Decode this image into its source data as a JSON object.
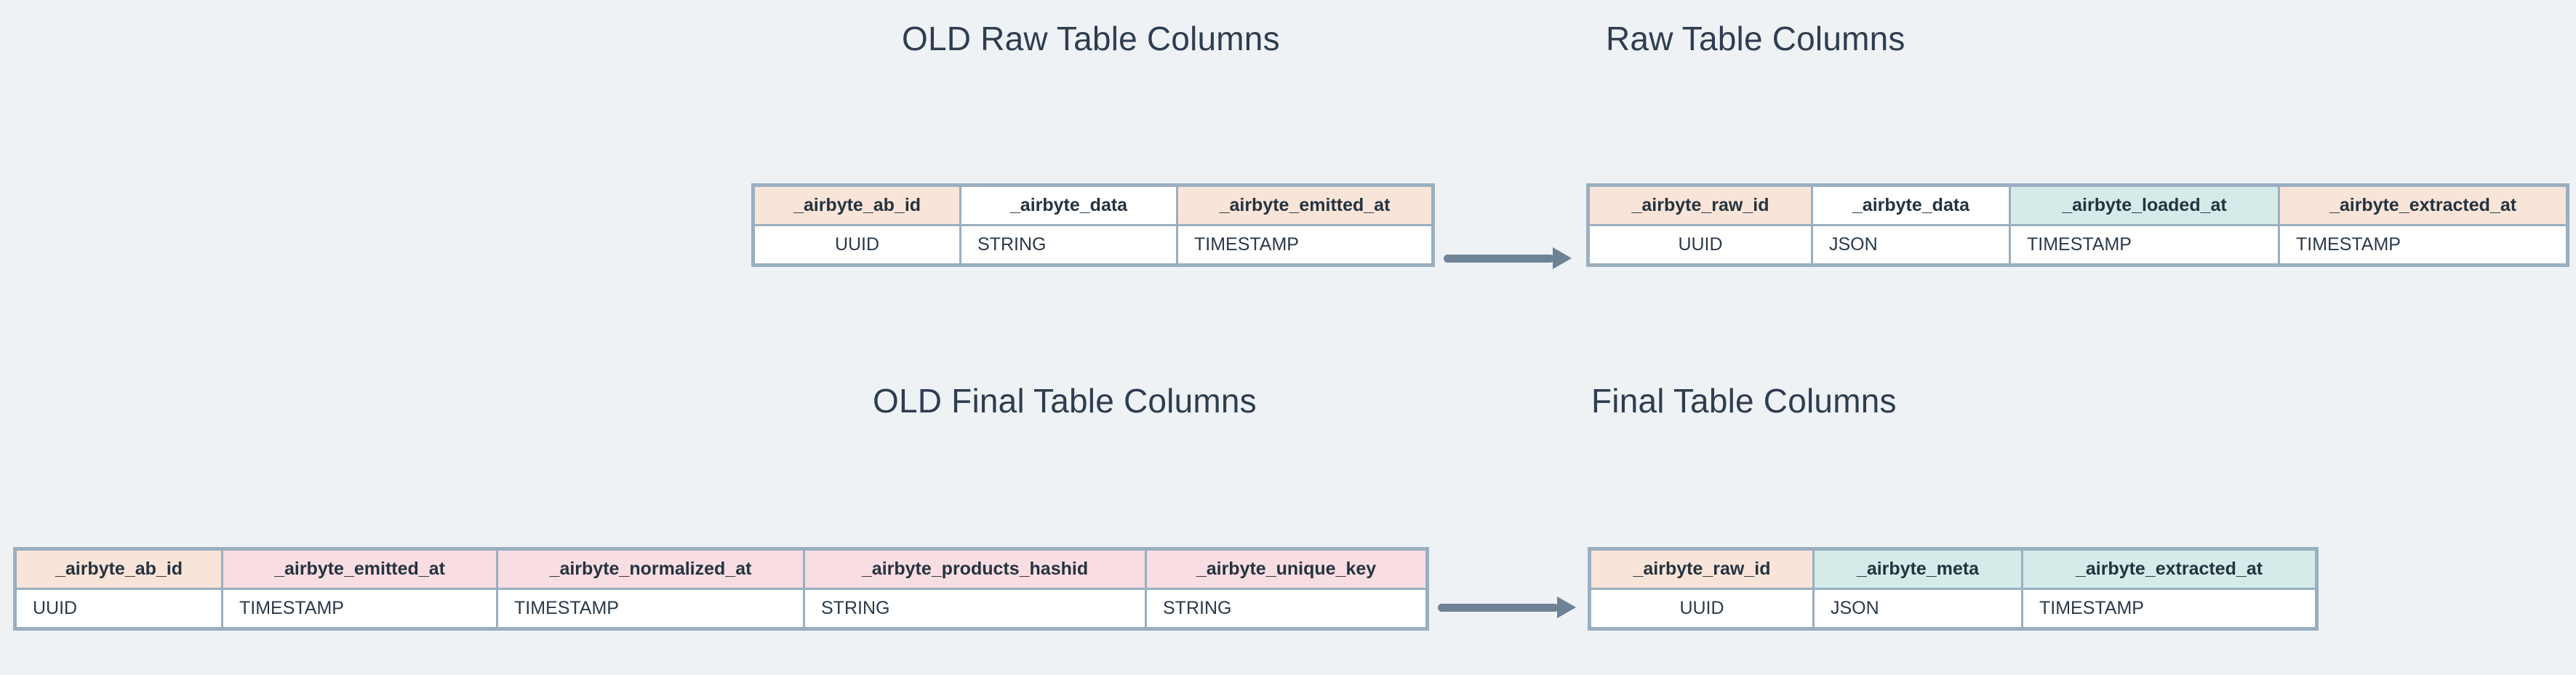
{
  "page": {
    "background_color": "#eef2f5",
    "text_color": "#2e3d4f",
    "border_color": "#9aafc0",
    "arrow_color": "#6e8296"
  },
  "palette": {
    "peach": "#f8e4d8",
    "teal": "#d4ece9",
    "pink": "#f8dde3",
    "white": "#ffffff"
  },
  "titles": {
    "old_raw": "OLD Raw Table Columns",
    "new_raw": "Raw Table Columns",
    "old_final": "OLD Final Table Columns",
    "new_final": "Final Table Columns"
  },
  "tables": {
    "old_raw": {
      "title": "OLD Raw Table Columns",
      "headers": [
        "_airbyte_ab_id",
        "_airbyte_data",
        "_airbyte_emitted_at"
      ],
      "header_colors": [
        "peach",
        "white",
        "peach"
      ],
      "types": [
        "UUID",
        "STRING",
        "TIMESTAMP"
      ],
      "type_colors": [
        "white",
        "peach",
        "white"
      ]
    },
    "new_raw": {
      "title": "Raw Table Columns",
      "headers": [
        "_airbyte_raw_id",
        "_airbyte_data",
        "_airbyte_loaded_at",
        "_airbyte_extracted_at"
      ],
      "header_colors": [
        "peach",
        "white",
        "teal",
        "peach"
      ],
      "types": [
        "UUID",
        "JSON",
        "TIMESTAMP",
        "TIMESTAMP"
      ],
      "type_colors": [
        "white",
        "peach",
        "white",
        "white"
      ]
    },
    "old_final": {
      "title": "OLD Final Table Columns",
      "headers": [
        "_airbyte_ab_id",
        "_airbyte_emitted_at",
        "_airbyte_normalized_at",
        "_airbyte_products_hashid",
        "_airbyte_unique_key"
      ],
      "header_colors": [
        "peach",
        "pink",
        "pink",
        "pink",
        "pink"
      ],
      "types": [
        "UUID",
        "TIMESTAMP",
        "TIMESTAMP",
        "STRING",
        "STRING"
      ],
      "type_colors": [
        "white",
        "white",
        "white",
        "white",
        "white"
      ]
    },
    "new_final": {
      "title": "Final Table Columns",
      "headers": [
        "_airbyte_raw_id",
        "_airbyte_meta",
        "_airbyte_extracted_at"
      ],
      "header_colors": [
        "peach",
        "teal",
        "teal"
      ],
      "types": [
        "UUID",
        "JSON",
        "TIMESTAMP"
      ],
      "type_colors": [
        "white",
        "white",
        "white"
      ]
    }
  },
  "arrows": {
    "raw_arrow_label": "transforms-to",
    "final_arrow_label": "transforms-to"
  }
}
